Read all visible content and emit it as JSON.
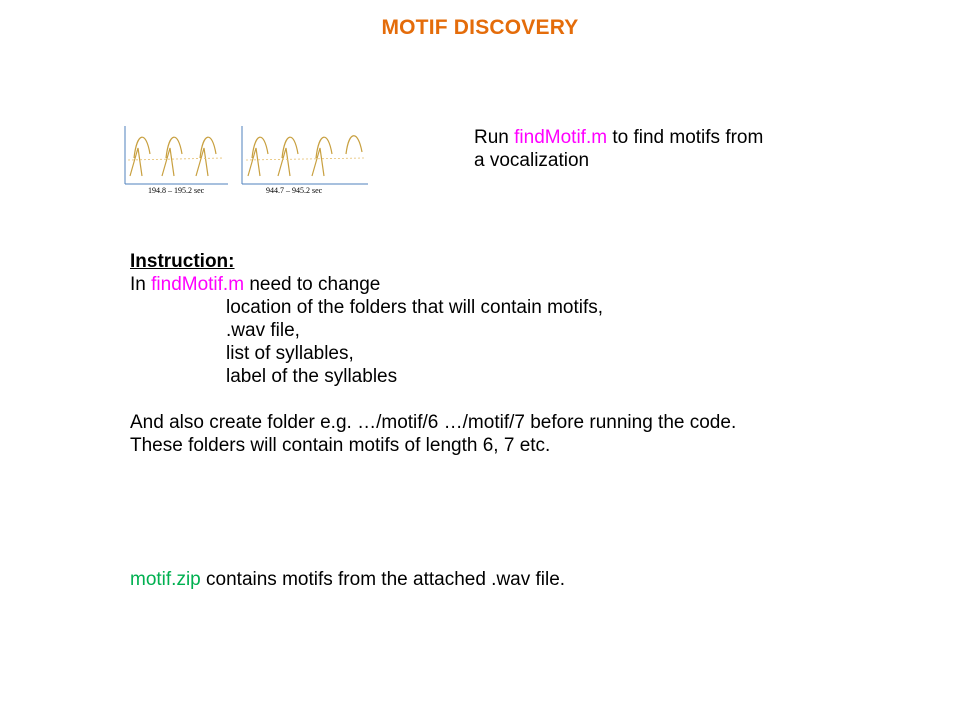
{
  "title": "MOTIF DISCOVERY",
  "colors": {
    "title": "#e46c0a",
    "file_name": "#ff00ff",
    "zip_name": "#00b050",
    "spectro_ink": "#c8a040",
    "axis": "#4f81bd"
  },
  "intro": {
    "prefix": "Run ",
    "file": "findMotif.m",
    "suffix": " to find motifs from",
    "line2": "a vocalization"
  },
  "figures": [
    {
      "caption": "194.8 – 195.2 sec"
    },
    {
      "caption": "944.7 – 945.2 sec"
    }
  ],
  "instruction": {
    "heading": "Instruction:",
    "line_prefix": "In ",
    "file": "findMotif.m",
    "line_suffix": " need to change",
    "items": [
      "location of the folders that will contain motifs,",
      ".wav file,",
      "list of syllables,",
      "label of the syllables"
    ],
    "note1": "And also create folder e.g. …/motif/6 …/motif/7 before running the code.",
    "note2": "These folders will contain motifs of length 6, 7 etc."
  },
  "footer": {
    "zip": "motif.zip",
    "text": " contains motifs from the attached .wav file."
  }
}
